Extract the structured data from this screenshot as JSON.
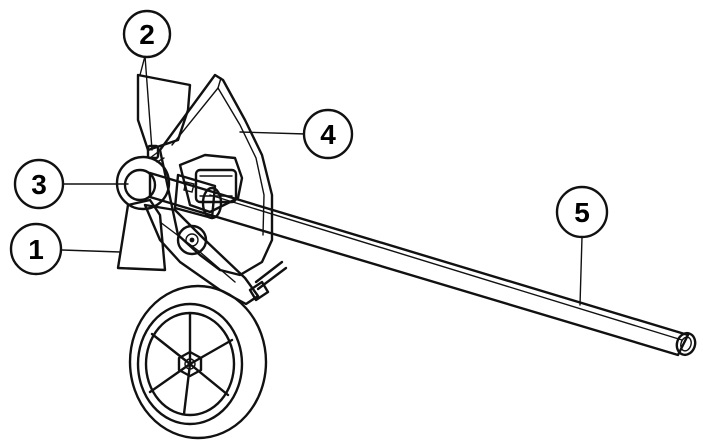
{
  "callouts": [
    {
      "id": "1",
      "label": "1"
    },
    {
      "id": "2",
      "label": "2"
    },
    {
      "id": "3",
      "label": "3"
    },
    {
      "id": "4",
      "label": "4"
    },
    {
      "id": "5",
      "label": "5"
    }
  ],
  "colors": {
    "ink": "#111111",
    "background": "#ffffff",
    "tire_shade": "#e6e6e6",
    "shadow": "#cfcfcf"
  }
}
